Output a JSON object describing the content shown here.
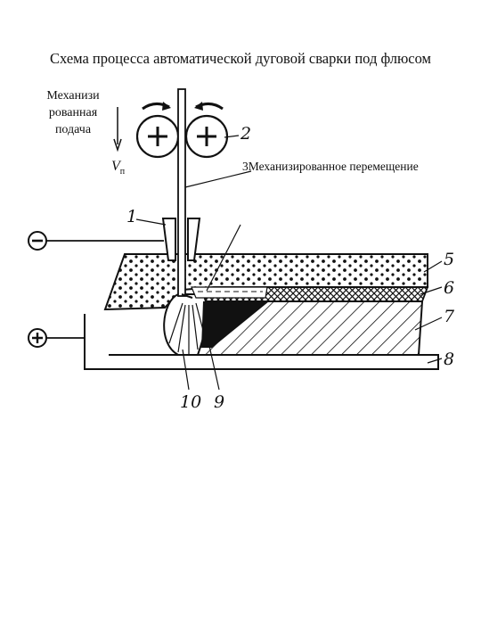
{
  "title": "Схема процесса автоматической дуговой сварки под флюсом",
  "labels": {
    "feed_line1": "Механизи",
    "feed_line2": "рованная",
    "feed_line3": "подача",
    "feed_velocity": "V",
    "feed_velocity_sub": "п",
    "movement": "3Механизированное перемещение"
  },
  "terminals": {
    "negative": "−",
    "positive": "+"
  },
  "part_numbers": {
    "n1": "1",
    "n2": "2",
    "n5": "5",
    "n6": "6",
    "n7": "7",
    "n8": "8",
    "n9": "9",
    "n10": "10"
  }
}
